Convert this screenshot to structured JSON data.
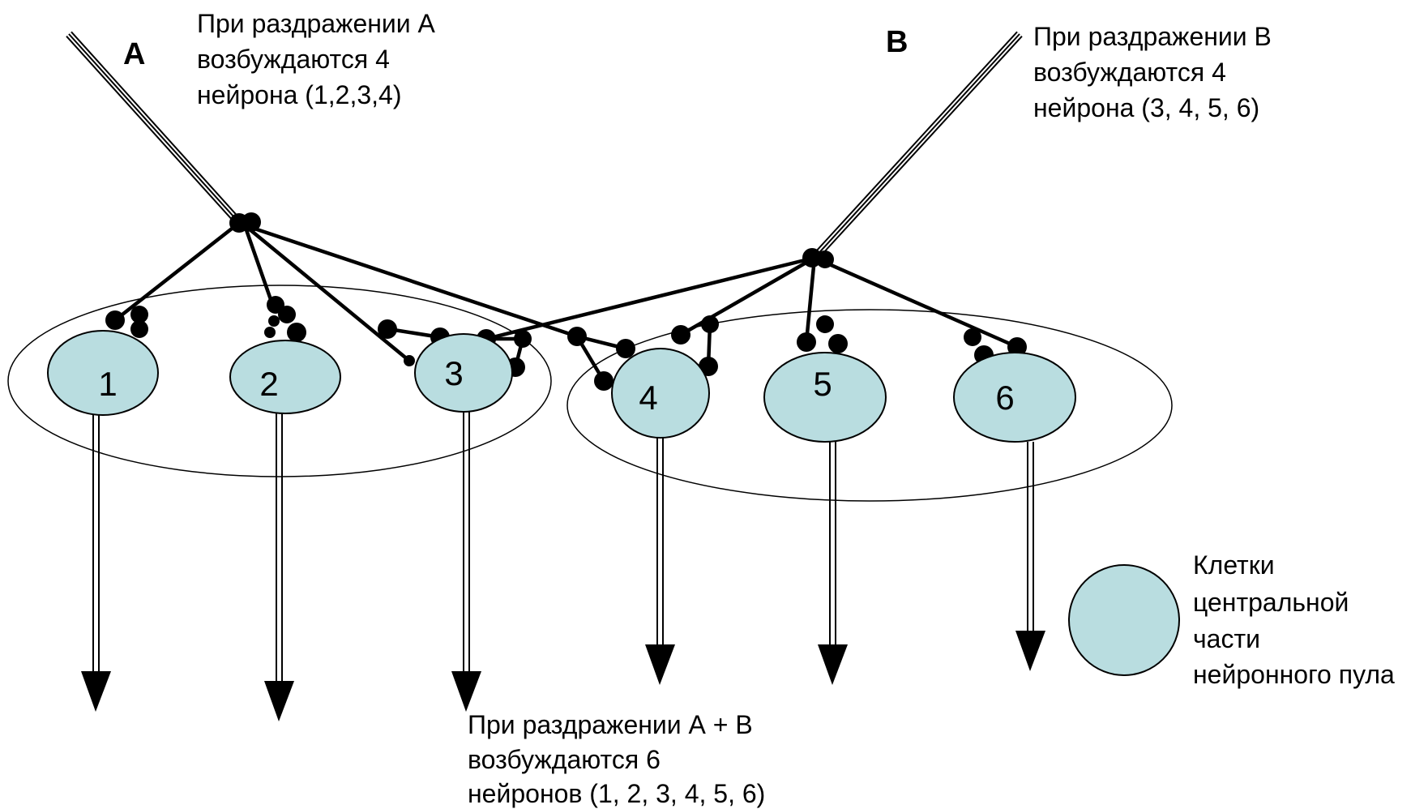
{
  "inputs": {
    "a": {
      "letter": "A",
      "lines": [
        "При раздражении А",
        "возбуждаются  4",
        "нейрона (1,2,3,4)"
      ]
    },
    "b": {
      "letter": "В",
      "lines": [
        "При раздражении В",
        "возбуждаются  4",
        "нейрона (3, 4, 5, 6)"
      ]
    }
  },
  "combined": {
    "lines": [
      "При раздражении А + В",
      "возбуждаются  6",
      "нейронов (1, 2, 3, 4, 5, 6)"
    ]
  },
  "neurons": [
    "1",
    "2",
    "3",
    "4",
    "5",
    "6"
  ],
  "legend": {
    "lines": [
      "Клетки",
      "центральной",
      "части",
      "нейронного пула"
    ]
  },
  "colors": {
    "cell_fill": "#b9dde0",
    "stroke": "#000000",
    "background": "#ffffff"
  }
}
